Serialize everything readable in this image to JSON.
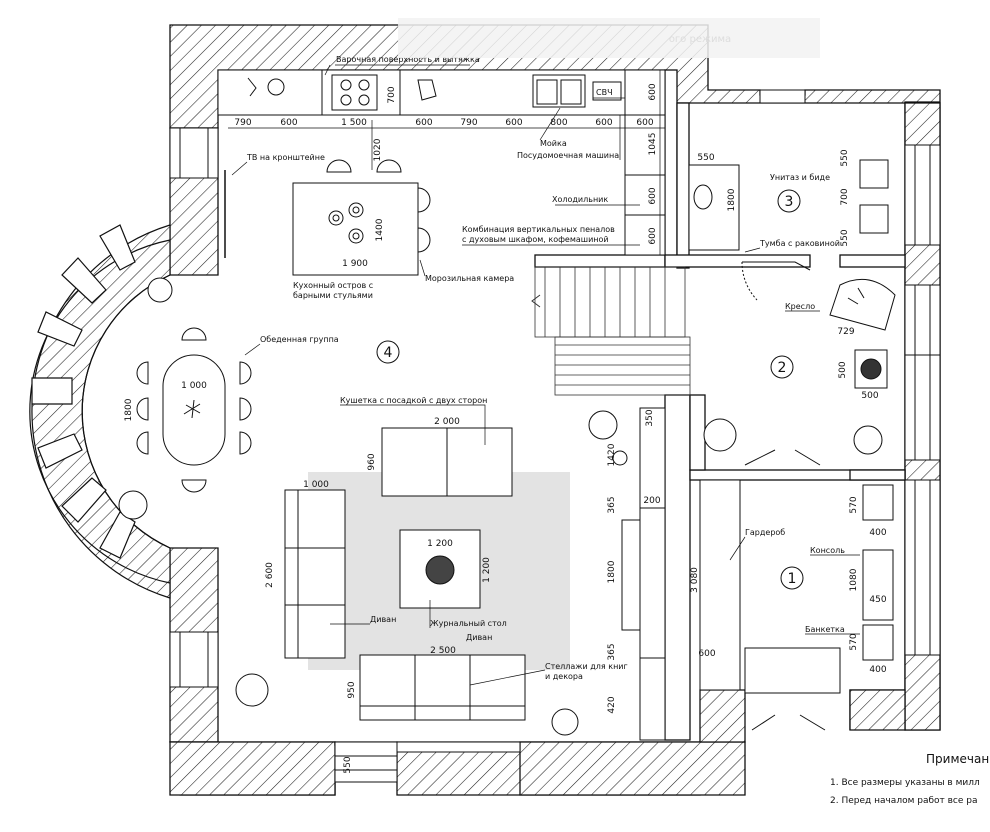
{
  "labels": {
    "cooktop": "Варочная поверхность и вытяжка",
    "microwave": "СВЧ",
    "sink": "Мойка",
    "dishwasher": "Посудомоечная машина",
    "fridge": "Холодильник",
    "tall_units": "Комбинация вертикальных пеналов\nс духовым шкафом, кофемашиной",
    "freezer": "Морозильная камера",
    "island": "Кухонный остров с\nбарными стульями",
    "tv": "ТВ на кронштейне",
    "dining": "Обеденная группа",
    "toilet": "Унитаз и биде",
    "vanity": "Тумба с раковиной",
    "armchair": "Кресло",
    "couch": "Кушетка с посадкой с двух сторон",
    "sofa_left": "Диван",
    "coffee_table": "Журнальный стол",
    "sofa_bottom": "Диван",
    "shelves": "Стеллажи для книг\nи декора",
    "wardrobe": "Гардероб",
    "console": "Консоль",
    "bench": "Банкетка"
  },
  "room_numbers": [
    "1",
    "2",
    "3",
    "4"
  ],
  "dimensions": {
    "kitchen_top": [
      "790",
      "600",
      "1 500",
      "600",
      "790",
      "600",
      "800",
      "600",
      "600"
    ],
    "kitchen_right": [
      "600",
      "1045",
      "600",
      "600"
    ],
    "cooktop_depth": "700",
    "island_dims": [
      "1020",
      "1400",
      "1 900"
    ],
    "bath_dims": [
      "550",
      "1800",
      "550",
      "700",
      "550"
    ],
    "dining_dims": [
      "1 000",
      "1800"
    ],
    "armchair_dim": "729",
    "plant_dims": [
      "500",
      "500"
    ],
    "couch_dims": [
      "2 000",
      "960"
    ],
    "sofa_left_dims": [
      "1 000",
      "2 600"
    ],
    "coffee_dims": [
      "1 200",
      "1 200"
    ],
    "sofa_bottom_dims": [
      "2 500",
      "950"
    ],
    "shelf_dims": [
      "350",
      "1420",
      "200",
      "365",
      "1800",
      "365",
      "420"
    ],
    "hall_dims": [
      "3 080",
      "600",
      "570",
      "400",
      "1080",
      "450",
      "570",
      "400"
    ],
    "window_bottom": "550"
  },
  "notes": {
    "title": "Примечани",
    "items": [
      "1. Все размеры указаны в милл",
      "2. Перед началом работ все ра"
    ]
  },
  "overlay_text": "ого режима",
  "colors": {
    "wall": "#111111",
    "rug": "#e3e3e3",
    "hatch": "#222222"
  }
}
